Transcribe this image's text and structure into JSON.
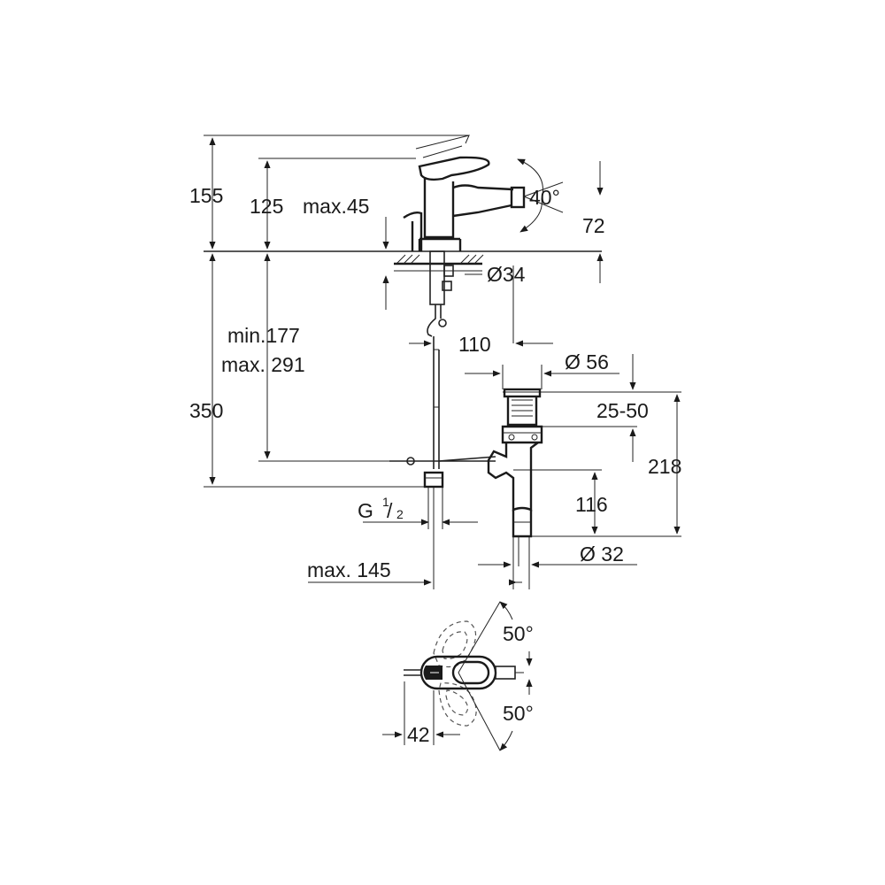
{
  "dimensions": {
    "d155": "155",
    "d125": "125",
    "max45": "max.45",
    "angle40": "40°",
    "d72": "72",
    "dia34": "Ø34",
    "min177": "min.177",
    "max291": "max. 291",
    "d350": "350",
    "d110": "110",
    "dia56": "Ø 56",
    "range25_50": "25-50",
    "d218": "218",
    "g_prefix": "G",
    "g_num": "1",
    "g_den": "2",
    "d116": "116",
    "dia32": "Ø 32",
    "max145": "max. 145",
    "angle50_top": "50°",
    "angle50_bottom": "50°",
    "d42": "42"
  },
  "colors": {
    "line": "#222222",
    "background": "#ffffff"
  }
}
